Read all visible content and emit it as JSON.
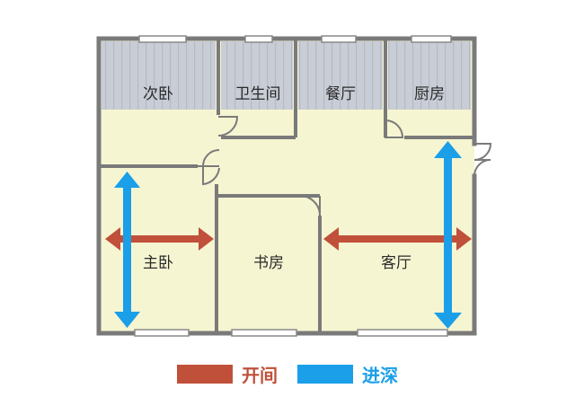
{
  "rooms": {
    "second_bedroom": "次卧",
    "bathroom": "卫生间",
    "dining": "餐厅",
    "kitchen": "厨房",
    "master_bedroom": "主卧",
    "study": "书房",
    "living": "客厅"
  },
  "legend": {
    "width_label": "开间",
    "depth_label": "进深"
  },
  "colors": {
    "width_arrow": "#c0503a",
    "depth_arrow": "#1a9fe8",
    "wall": "#7a7a7a",
    "floor": "#f6f5d2",
    "upper_wall": "#c9cdd6"
  }
}
